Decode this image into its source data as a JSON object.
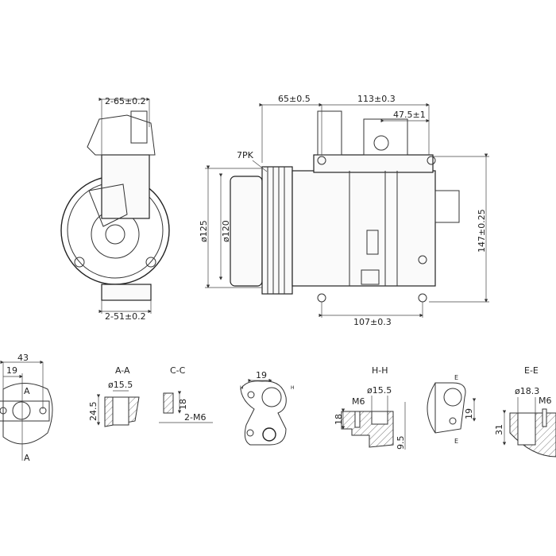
{
  "title": "A/C compressor dimension drawing",
  "side_view": {
    "top_dim": "2-65±0.2",
    "bottom_dim": "2-51±0.2"
  },
  "front_view": {
    "dim_65": "65±0.5",
    "dim_113": "113±0.3",
    "dim_47_5": "47.5±1",
    "pulley_label": "7PK",
    "dia_125": "ø125",
    "dia_120": "ø120",
    "height_147": "147±0.25",
    "dim_107": "107±0.3"
  },
  "details": {
    "port_width": "43",
    "port_offset": "19",
    "section_a_marker": "A",
    "aa_title": "A-A",
    "aa_dia": "ø15.5",
    "aa_depth": "24.5",
    "cc_title": "C-C",
    "cc_depth": "18",
    "cc_thread": "2-M6",
    "h_offset": "19",
    "h_marker": "H",
    "hh_title": "H-H",
    "hh_thread": "M6",
    "hh_dia": "ø15.5",
    "hh_depth": "18",
    "hh_offset": "9.5",
    "e_marker": "E",
    "e_offset": "19",
    "ee_title": "E-E",
    "ee_dia": "ø18.3",
    "ee_thread": "M6",
    "ee_depth": "31"
  }
}
